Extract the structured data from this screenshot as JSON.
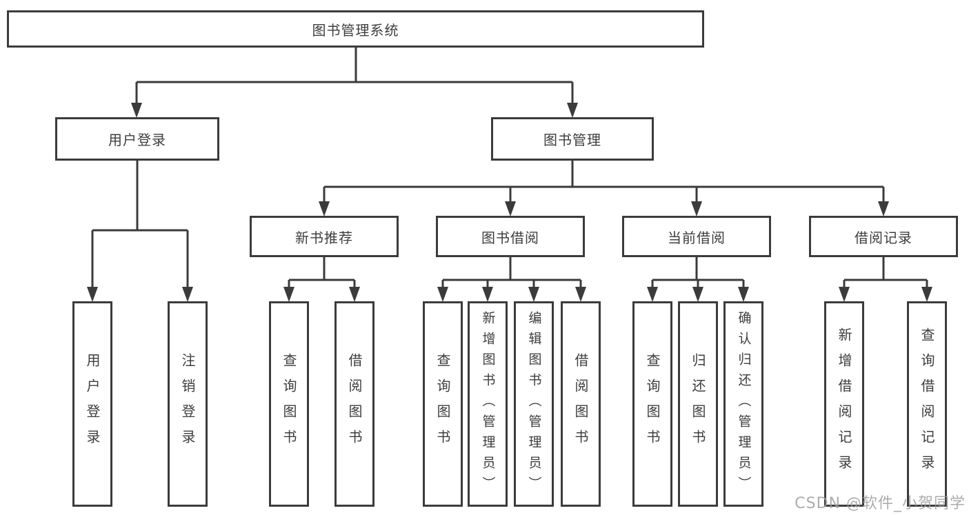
{
  "diagram_type": "hierarchy-tree",
  "tree": {
    "label": "图书管理系统",
    "children": [
      {
        "label": "用户登录",
        "children": [
          {
            "label": "用户登录"
          },
          {
            "label": "注销登录"
          }
        ]
      },
      {
        "label": "图书管理",
        "children": [
          {
            "label": "新书推荐",
            "children": [
              {
                "label": "查询图书"
              },
              {
                "label": "借阅图书"
              }
            ]
          },
          {
            "label": "图书借阅",
            "children": [
              {
                "label": "查询图书"
              },
              {
                "label": "新增图书（管理员）"
              },
              {
                "label": "编辑图书（管理员）"
              },
              {
                "label": "借阅图书"
              }
            ]
          },
          {
            "label": "当前借阅",
            "children": [
              {
                "label": "查询图书"
              },
              {
                "label": "归还图书"
              },
              {
                "label": "确认归还（管理员）"
              }
            ]
          },
          {
            "label": "借阅记录",
            "children": [
              {
                "label": "新增借阅记录"
              },
              {
                "label": "查询借阅记录"
              }
            ]
          }
        ]
      }
    ]
  },
  "watermark": {
    "text": "CSDN @软件_小贺同学"
  },
  "colors": {
    "line": "#3b3b3b",
    "box_border": "#3b3b3b",
    "text": "#3d3d3d",
    "watermark": "#9e9e9e",
    "background": "#ffffff"
  }
}
